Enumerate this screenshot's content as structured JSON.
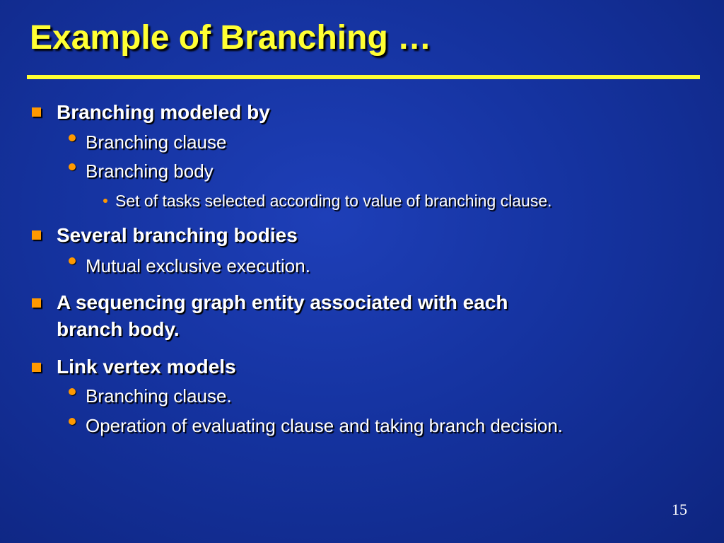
{
  "slide": {
    "title": "Example of Branching …",
    "page_number": "15",
    "colors": {
      "background": "#1533a0",
      "title": "#ffff33",
      "rule": "#ffff33",
      "bullet": "#ff9900",
      "text": "#ffffff"
    },
    "bullets": [
      {
        "text": "Branching modeled by",
        "children": [
          {
            "text": "Branching clause"
          },
          {
            "text": "Branching body",
            "children": [
              {
                "text": "Set of tasks selected according to value of branching clause."
              }
            ]
          }
        ]
      },
      {
        "text": "Several branching bodies",
        "children": [
          {
            "text": "Mutual exclusive execution."
          }
        ]
      },
      {
        "text": "A sequencing graph entity associated with each",
        "text_cont": "branch body."
      },
      {
        "text": "Link vertex models",
        "children": [
          {
            "text": "Branching clause."
          },
          {
            "text": "Operation of evaluating clause and taking branch decision."
          }
        ]
      }
    ]
  }
}
